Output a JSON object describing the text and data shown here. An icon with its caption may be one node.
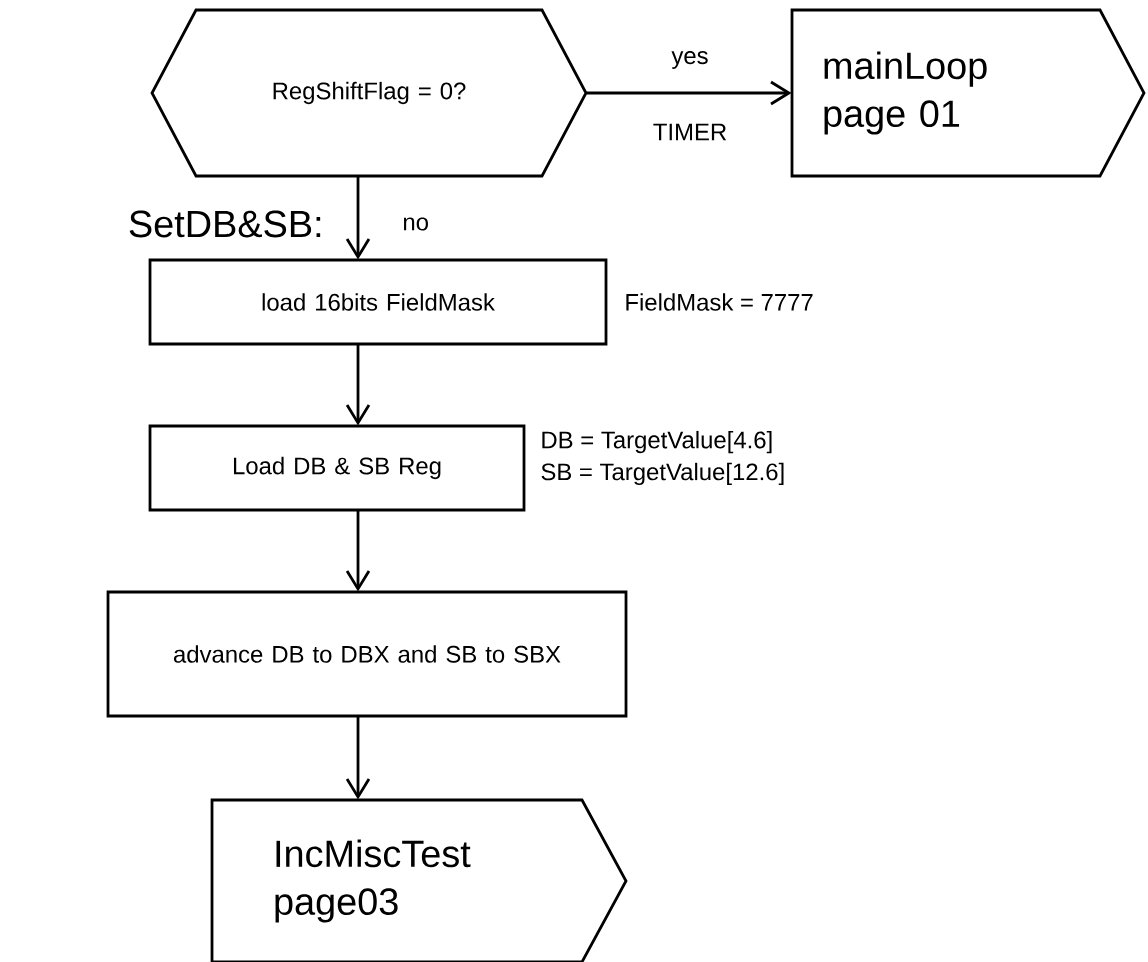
{
  "diagram": {
    "nodes": [
      {
        "text": [
          "RegShiftFlag = 0?"
        ]
      },
      {
        "text": [
          "mainLoop page 01"
        ]
      },
      {
        "text": [
          "load 16bits FieldMask"
        ],
        "beside": [
          "FieldMask = 7777"
        ]
      },
      {
        "text": [
          "Load DB & SB Reg"
        ],
        "beside": [
          "DB = TargetValue[4.6]",
          "SB = TargetValue[12.6]"
        ]
      },
      {
        "text": [
          "advance DB to DBX and SB to SBX"
        ]
      },
      {
        "text": [
          "IncMiscTest page03"
        ]
      }
    ],
    "edges": [
      {
        "from": 0,
        "to": 1,
        "arrow": "to",
        "label": "yes"
      },
      {
        "from": 0,
        "to": 2,
        "arrow": "to",
        "label": "no"
      },
      {
        "from": 2,
        "to": 3,
        "arrow": "to"
      },
      {
        "from": 3,
        "to": 4,
        "arrow": "to"
      },
      {
        "from": 4,
        "to": 5,
        "arrow": "to"
      }
    ],
    "labels": [
      "TIMER",
      "SetDB&SB:"
    ]
  }
}
